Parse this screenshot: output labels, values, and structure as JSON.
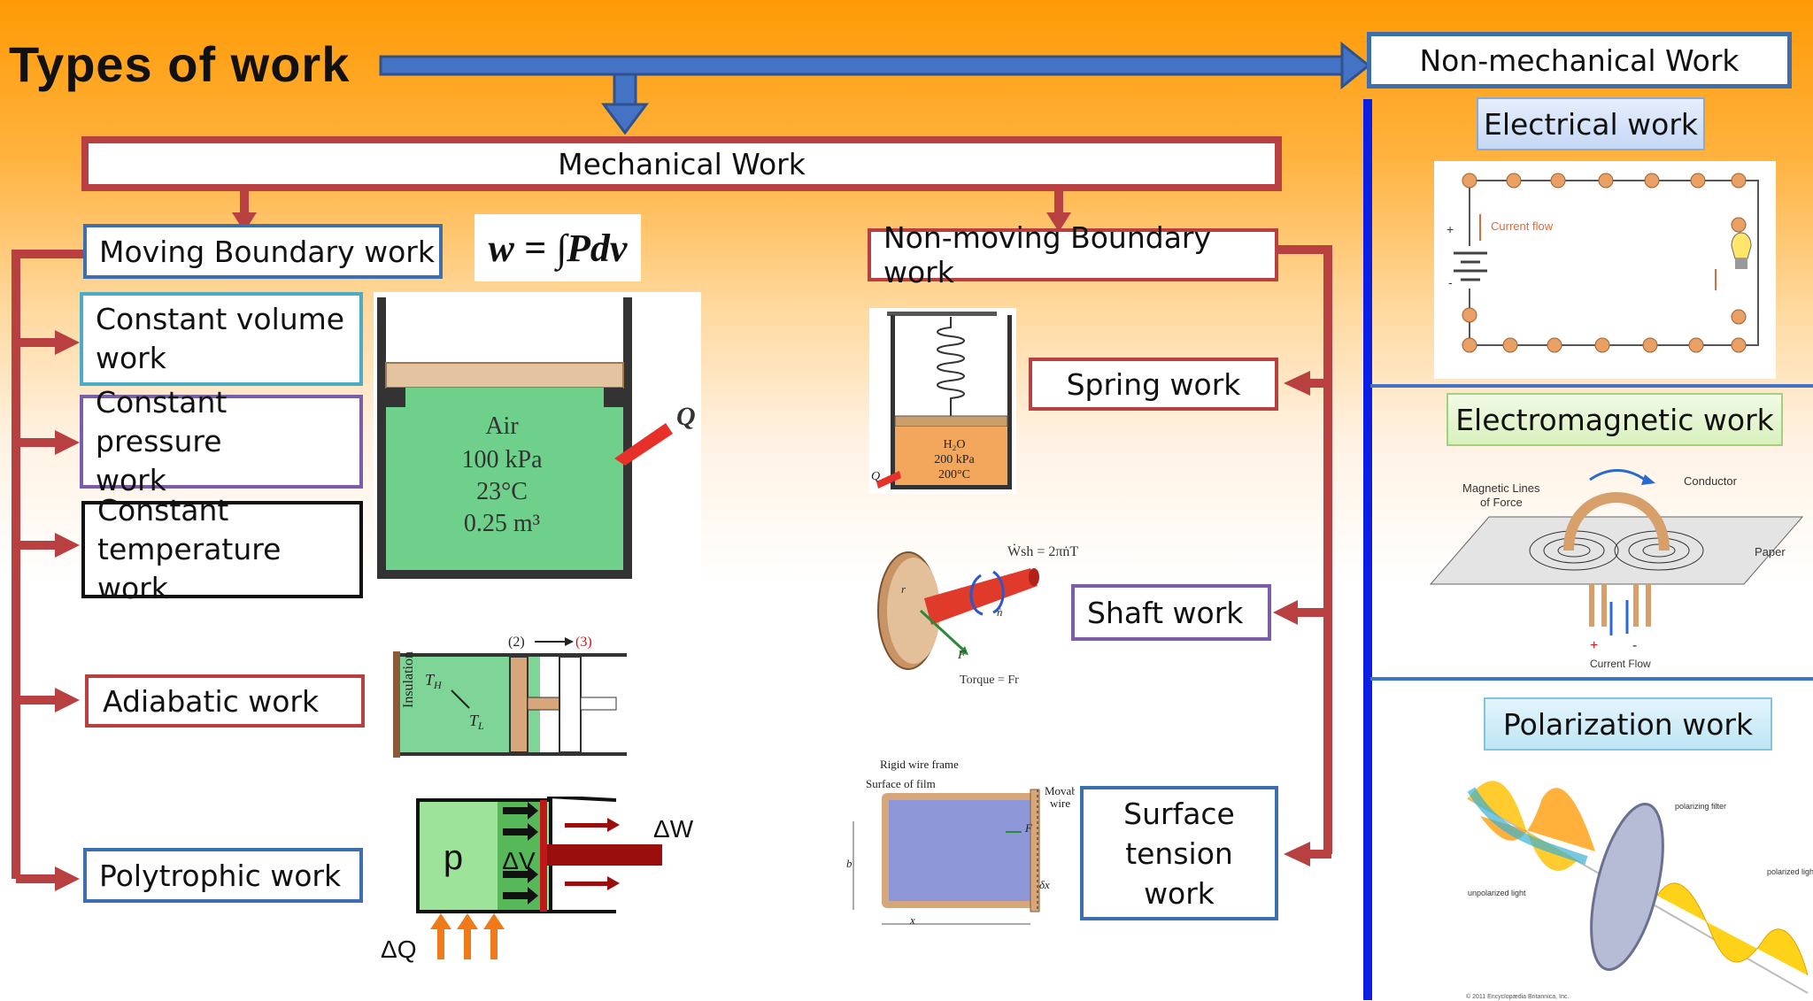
{
  "title": "Types of work",
  "non_mechanical": {
    "heading": "Non-mechanical Work",
    "electrical": "Electrical work",
    "electromagnetic": "Electromagnetic  work",
    "polarization": "Polarization  work",
    "elec_fig": {
      "current_flow": "Current flow",
      "plus": "+",
      "minus": "-"
    },
    "em_fig": {
      "magnetic_lines": "Magnetic Lines",
      "of_force": "of Force",
      "conductor": "Conductor",
      "paper": "Paper",
      "current_flow": "Current Flow",
      "plus": "+",
      "minus": "-"
    },
    "pol_fig": {
      "filter": "polarizing filter",
      "unpolarized": "unpolarized light",
      "polarized": "polarized light",
      "copyright": "© 2011 Encyclopædia Britannica, Inc."
    }
  },
  "mechanical": {
    "heading": "Mechanical Work",
    "moving": "Moving Boundary work",
    "formula": "w = ∫Pdv",
    "const_volume": [
      "Constant volume",
      "work"
    ],
    "const_pressure": [
      "Constant pressure",
      "work"
    ],
    "const_temp": [
      "Constant",
      "temperature work"
    ],
    "adiabatic": "Adiabatic work",
    "polytropic": "Polytrophic work",
    "non_moving": "Non-moving Boundary work",
    "spring": "Spring work",
    "shaft": "Shaft work",
    "surface": [
      "Surface",
      "tension",
      "work"
    ]
  },
  "fig_piston": {
    "gas": "Air",
    "pressure": "100 kPa",
    "temp": "23°C",
    "volume": "0.25 m³",
    "heat": "Q"
  },
  "fig_adiabatic": {
    "insulation": "Insulation",
    "th": "T",
    "th_sub": "H",
    "tl": "T",
    "tl_sub": "L",
    "s2": "(2)",
    "s3": "(3)"
  },
  "fig_poly": {
    "p": "p",
    "dv": "ΔV",
    "dw": "ΔW",
    "dq": "ΔQ"
  },
  "fig_spring": {
    "fluid": "H₂O",
    "pressure": "200 kPa",
    "temp": "200°C",
    "heat": "Q"
  },
  "fig_shaft": {
    "power": "Ẇsh = 2πṅT",
    "torque": "Torque = Fr",
    "f": "F",
    "r": "r",
    "n": "ṅ"
  },
  "fig_surface": {
    "frame": "Rigid wire frame",
    "film": "Surface of film",
    "movable1": "Movable",
    "movable2": "wire",
    "f": "F",
    "b": "b",
    "x": "x",
    "dx": "δx"
  },
  "colors": {
    "red": "#b84040",
    "blue": "#3d6fb0",
    "purple": "#7b5ea7",
    "teal": "#4bacc6",
    "bar": "#0a1ee6"
  }
}
